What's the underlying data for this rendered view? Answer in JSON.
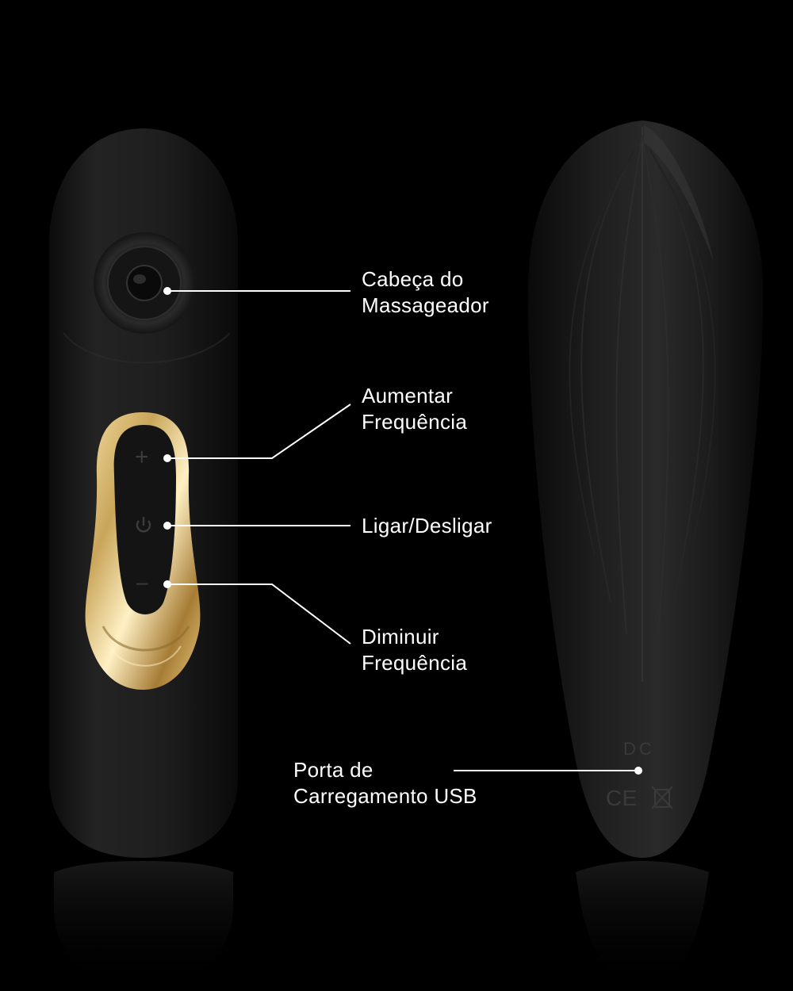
{
  "labels": {
    "head": {
      "line1": "Cabeça do",
      "line2": "Massageador"
    },
    "increase": {
      "line1": "Aumentar",
      "line2": "Frequência"
    },
    "power": {
      "line1": "Ligar/Desligar"
    },
    "decrease": {
      "line1": "Diminuir",
      "line2": "Frequência"
    },
    "usb": {
      "line1": "Porta de",
      "line2": "Carregamento USB"
    }
  },
  "device_marks": {
    "plus": "+",
    "minus": "–",
    "power_icon": "power-icon",
    "dc": "DC",
    "ce": "CE"
  },
  "colors": {
    "background": "#000000",
    "body": "#1c1c1c",
    "gold": "#c9a55a",
    "line": "#ffffff"
  }
}
